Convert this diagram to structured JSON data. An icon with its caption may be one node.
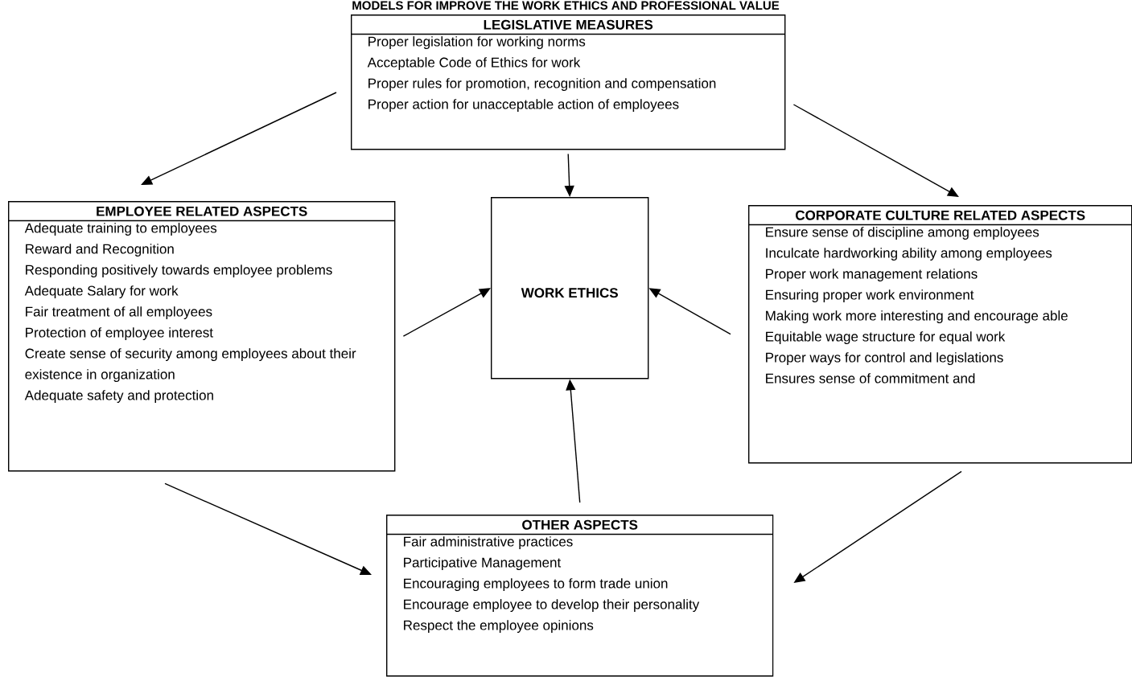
{
  "diagram": {
    "title": "MODELS FOR IMPROVE THE WORK ETHICS AND PROFESSIONAL VALUE",
    "nodes": [
      {
        "text": [
          "LEGISLATIVE MEASURES",
          "Proper legislation for working norms",
          "Acceptable Code of Ethics for work",
          "Proper rules for promotion, recognition and compensation",
          "Proper action for unacceptable action of employees"
        ]
      },
      {
        "text": [
          "EMPLOYEE RELATED ASPECTS",
          "Adequate training to employees",
          "Reward and Recognition",
          "Responding positively towards employee problems",
          "Adequate Salary for work",
          "Fair treatment of all employees",
          "Protection of employee interest",
          "Create sense of security among employees about their existence in organization",
          "Adequate safety and protection"
        ]
      },
      {
        "text": [
          "WORK ETHICS"
        ]
      },
      {
        "text": [
          "CORPORATE CULTURE RELATED ASPECTS",
          "Ensure sense of discipline among employees",
          "Inculcate hardworking ability among employees",
          "Proper work management relations",
          "Ensuring proper work environment",
          "Making work more interesting and encourage able",
          "Equitable wage structure for equal work",
          "Proper ways for control and legislations",
          "Ensures sense of commitment and"
        ]
      },
      {
        "text": [
          "OTHER ASPECTS",
          "Fair administrative practices",
          "Participative Management",
          "Encouraging employees to form trade union",
          "Encourage employee to develop their personality",
          "Respect the employee opinions"
        ]
      }
    ],
    "edges": [
      {
        "from": 0,
        "to": 1,
        "arrow": "to"
      },
      {
        "from": 0,
        "to": 3,
        "arrow": "to"
      },
      {
        "from": 0,
        "to": 2,
        "arrow": "to"
      },
      {
        "from": 1,
        "to": 2,
        "arrow": "to"
      },
      {
        "from": 3,
        "to": 2,
        "arrow": "to"
      },
      {
        "from": 4,
        "to": 2,
        "arrow": "to"
      },
      {
        "from": 1,
        "to": 4,
        "arrow": "to"
      },
      {
        "from": 3,
        "to": 4,
        "arrow": "to"
      }
    ]
  }
}
